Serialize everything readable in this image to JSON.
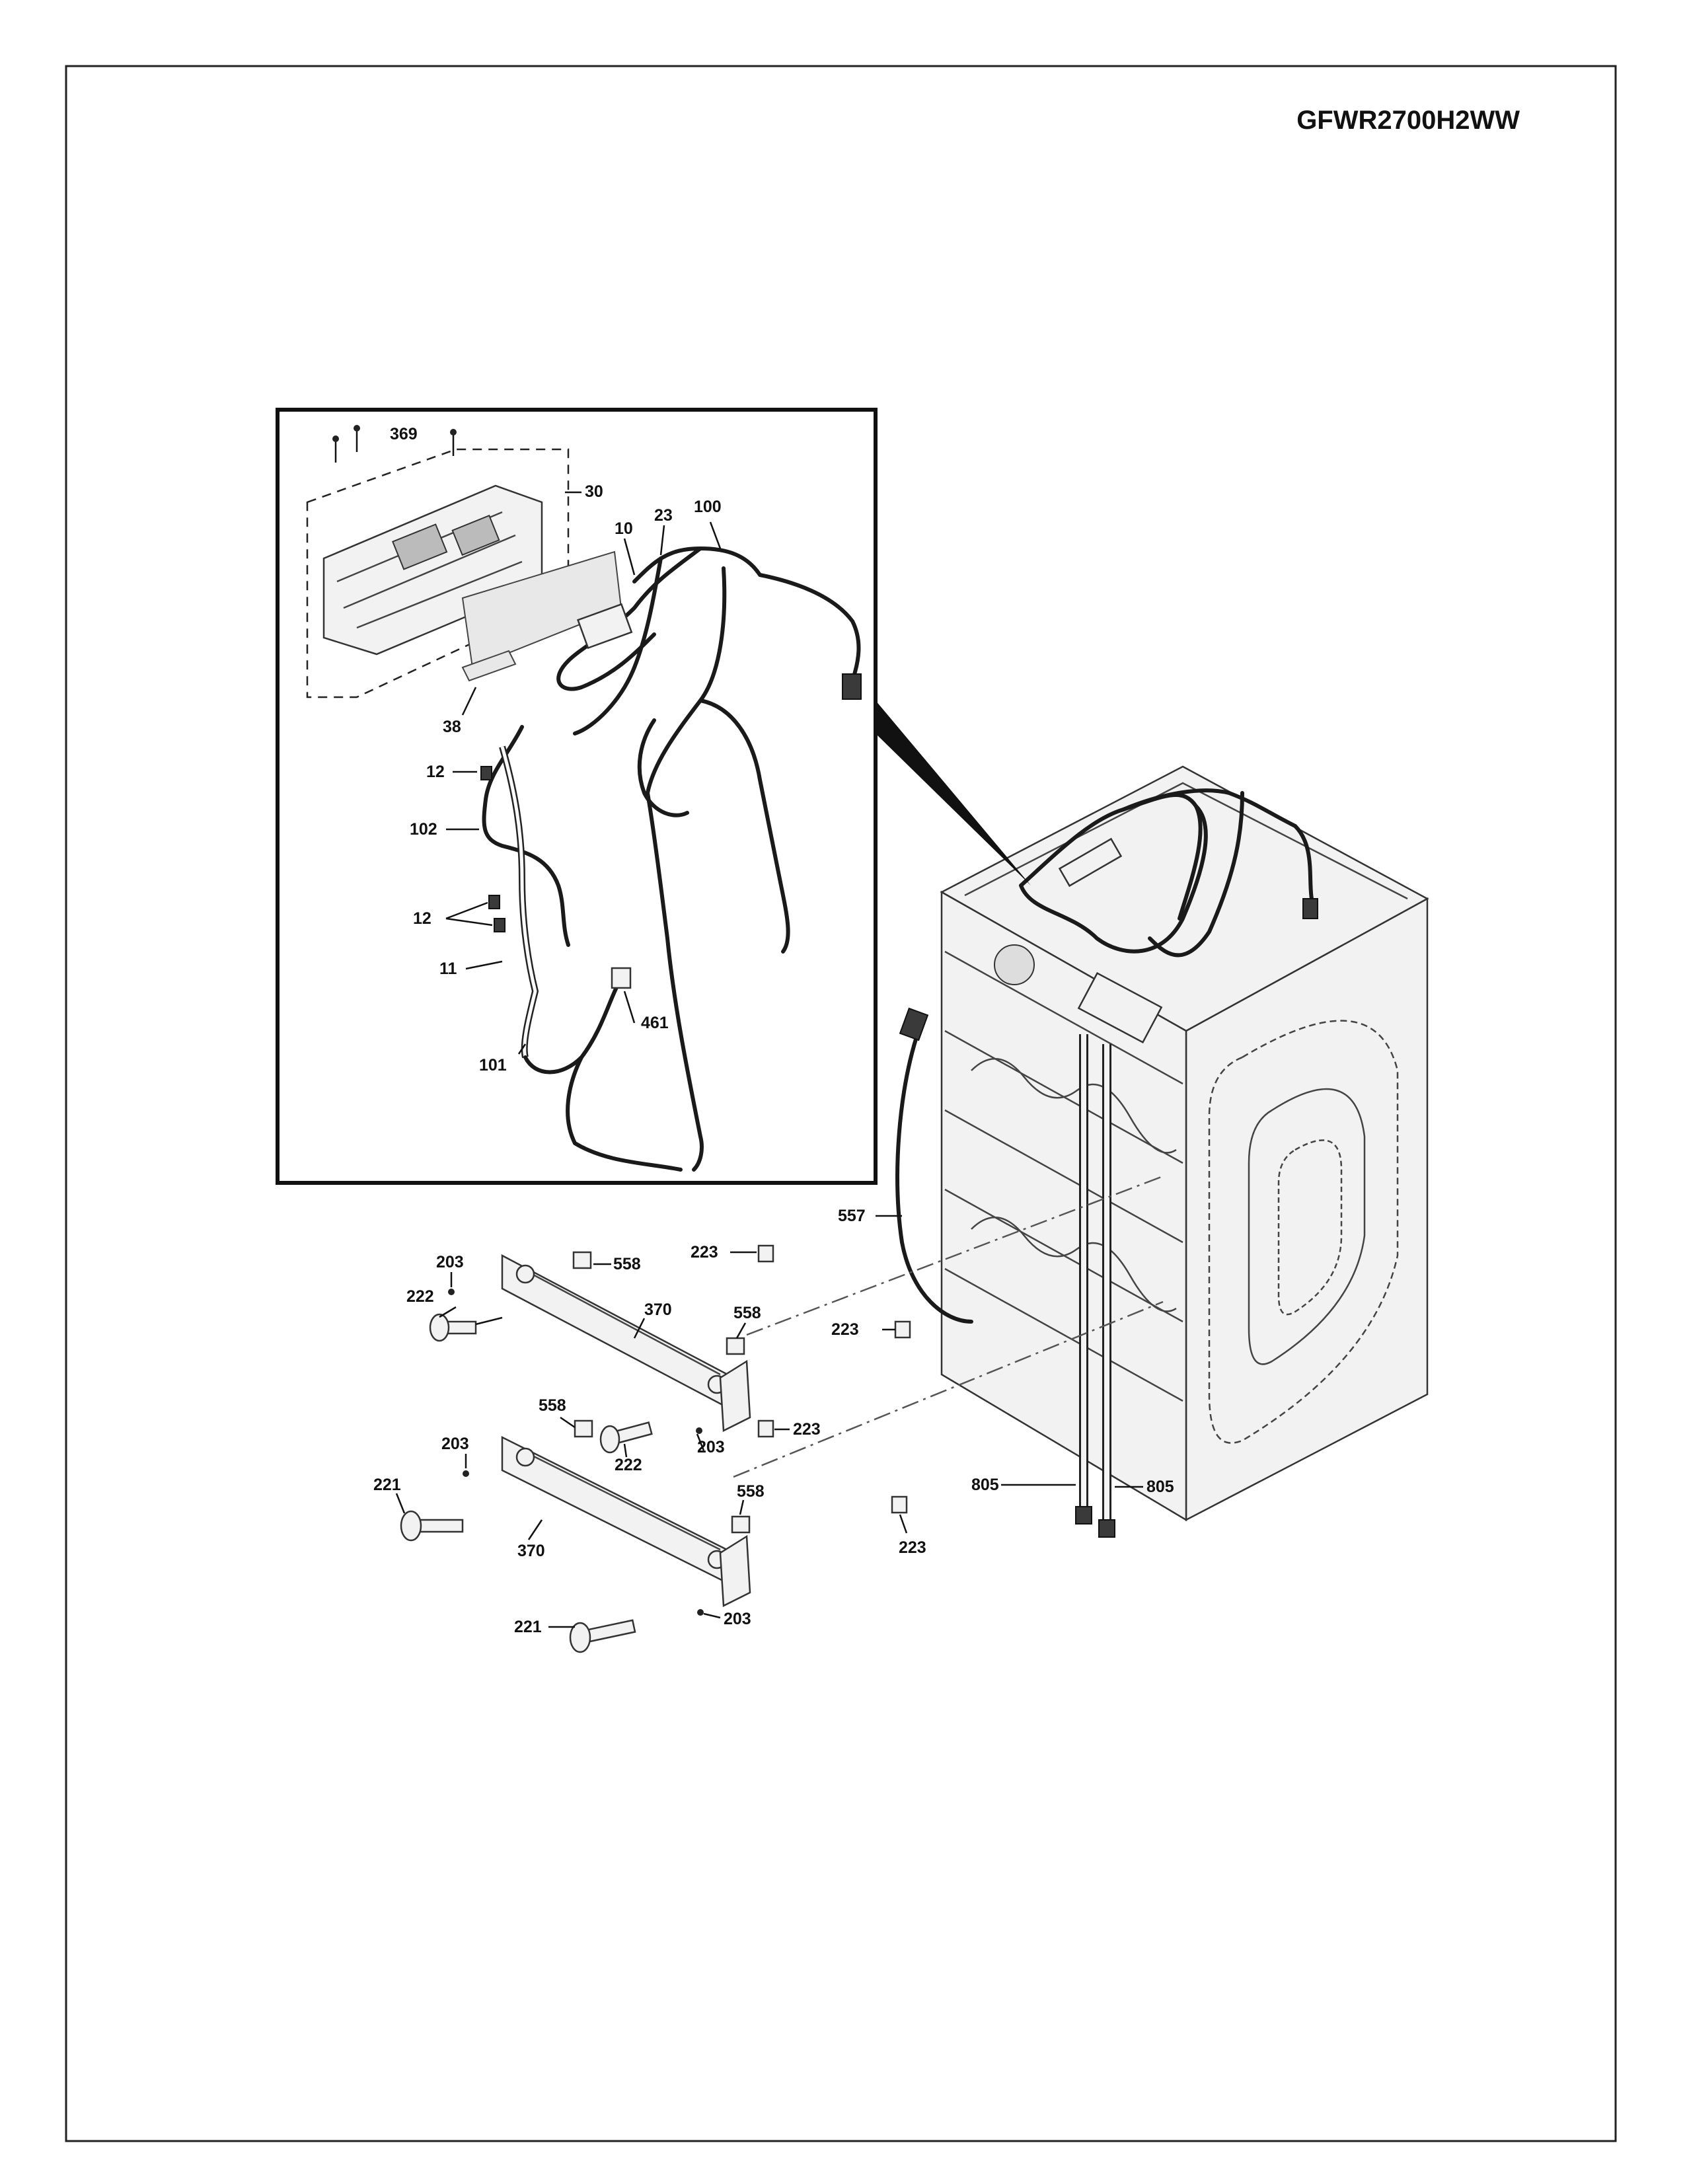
{
  "model_number": "GFWR2700H2WW",
  "callouts": {
    "c369": "369",
    "c30": "30",
    "c10": "10",
    "c23": "23",
    "c100": "100",
    "c38": "38",
    "c12a": "12",
    "c102": "102",
    "c12b": "12",
    "c11": "11",
    "c461": "461",
    "c101": "101",
    "c557": "557",
    "c203a": "203",
    "c558a": "558",
    "c223a": "223",
    "c222a": "222",
    "c370a": "370",
    "c558b": "558",
    "c223b": "223",
    "c558c": "558",
    "c203b": "203",
    "c223c": "223",
    "c203c": "203",
    "c222b": "222",
    "c221a": "221",
    "c558d": "558",
    "c370b": "370",
    "c223d": "223",
    "c805a": "805",
    "c805b": "805",
    "c221b": "221",
    "c203d": "203"
  }
}
